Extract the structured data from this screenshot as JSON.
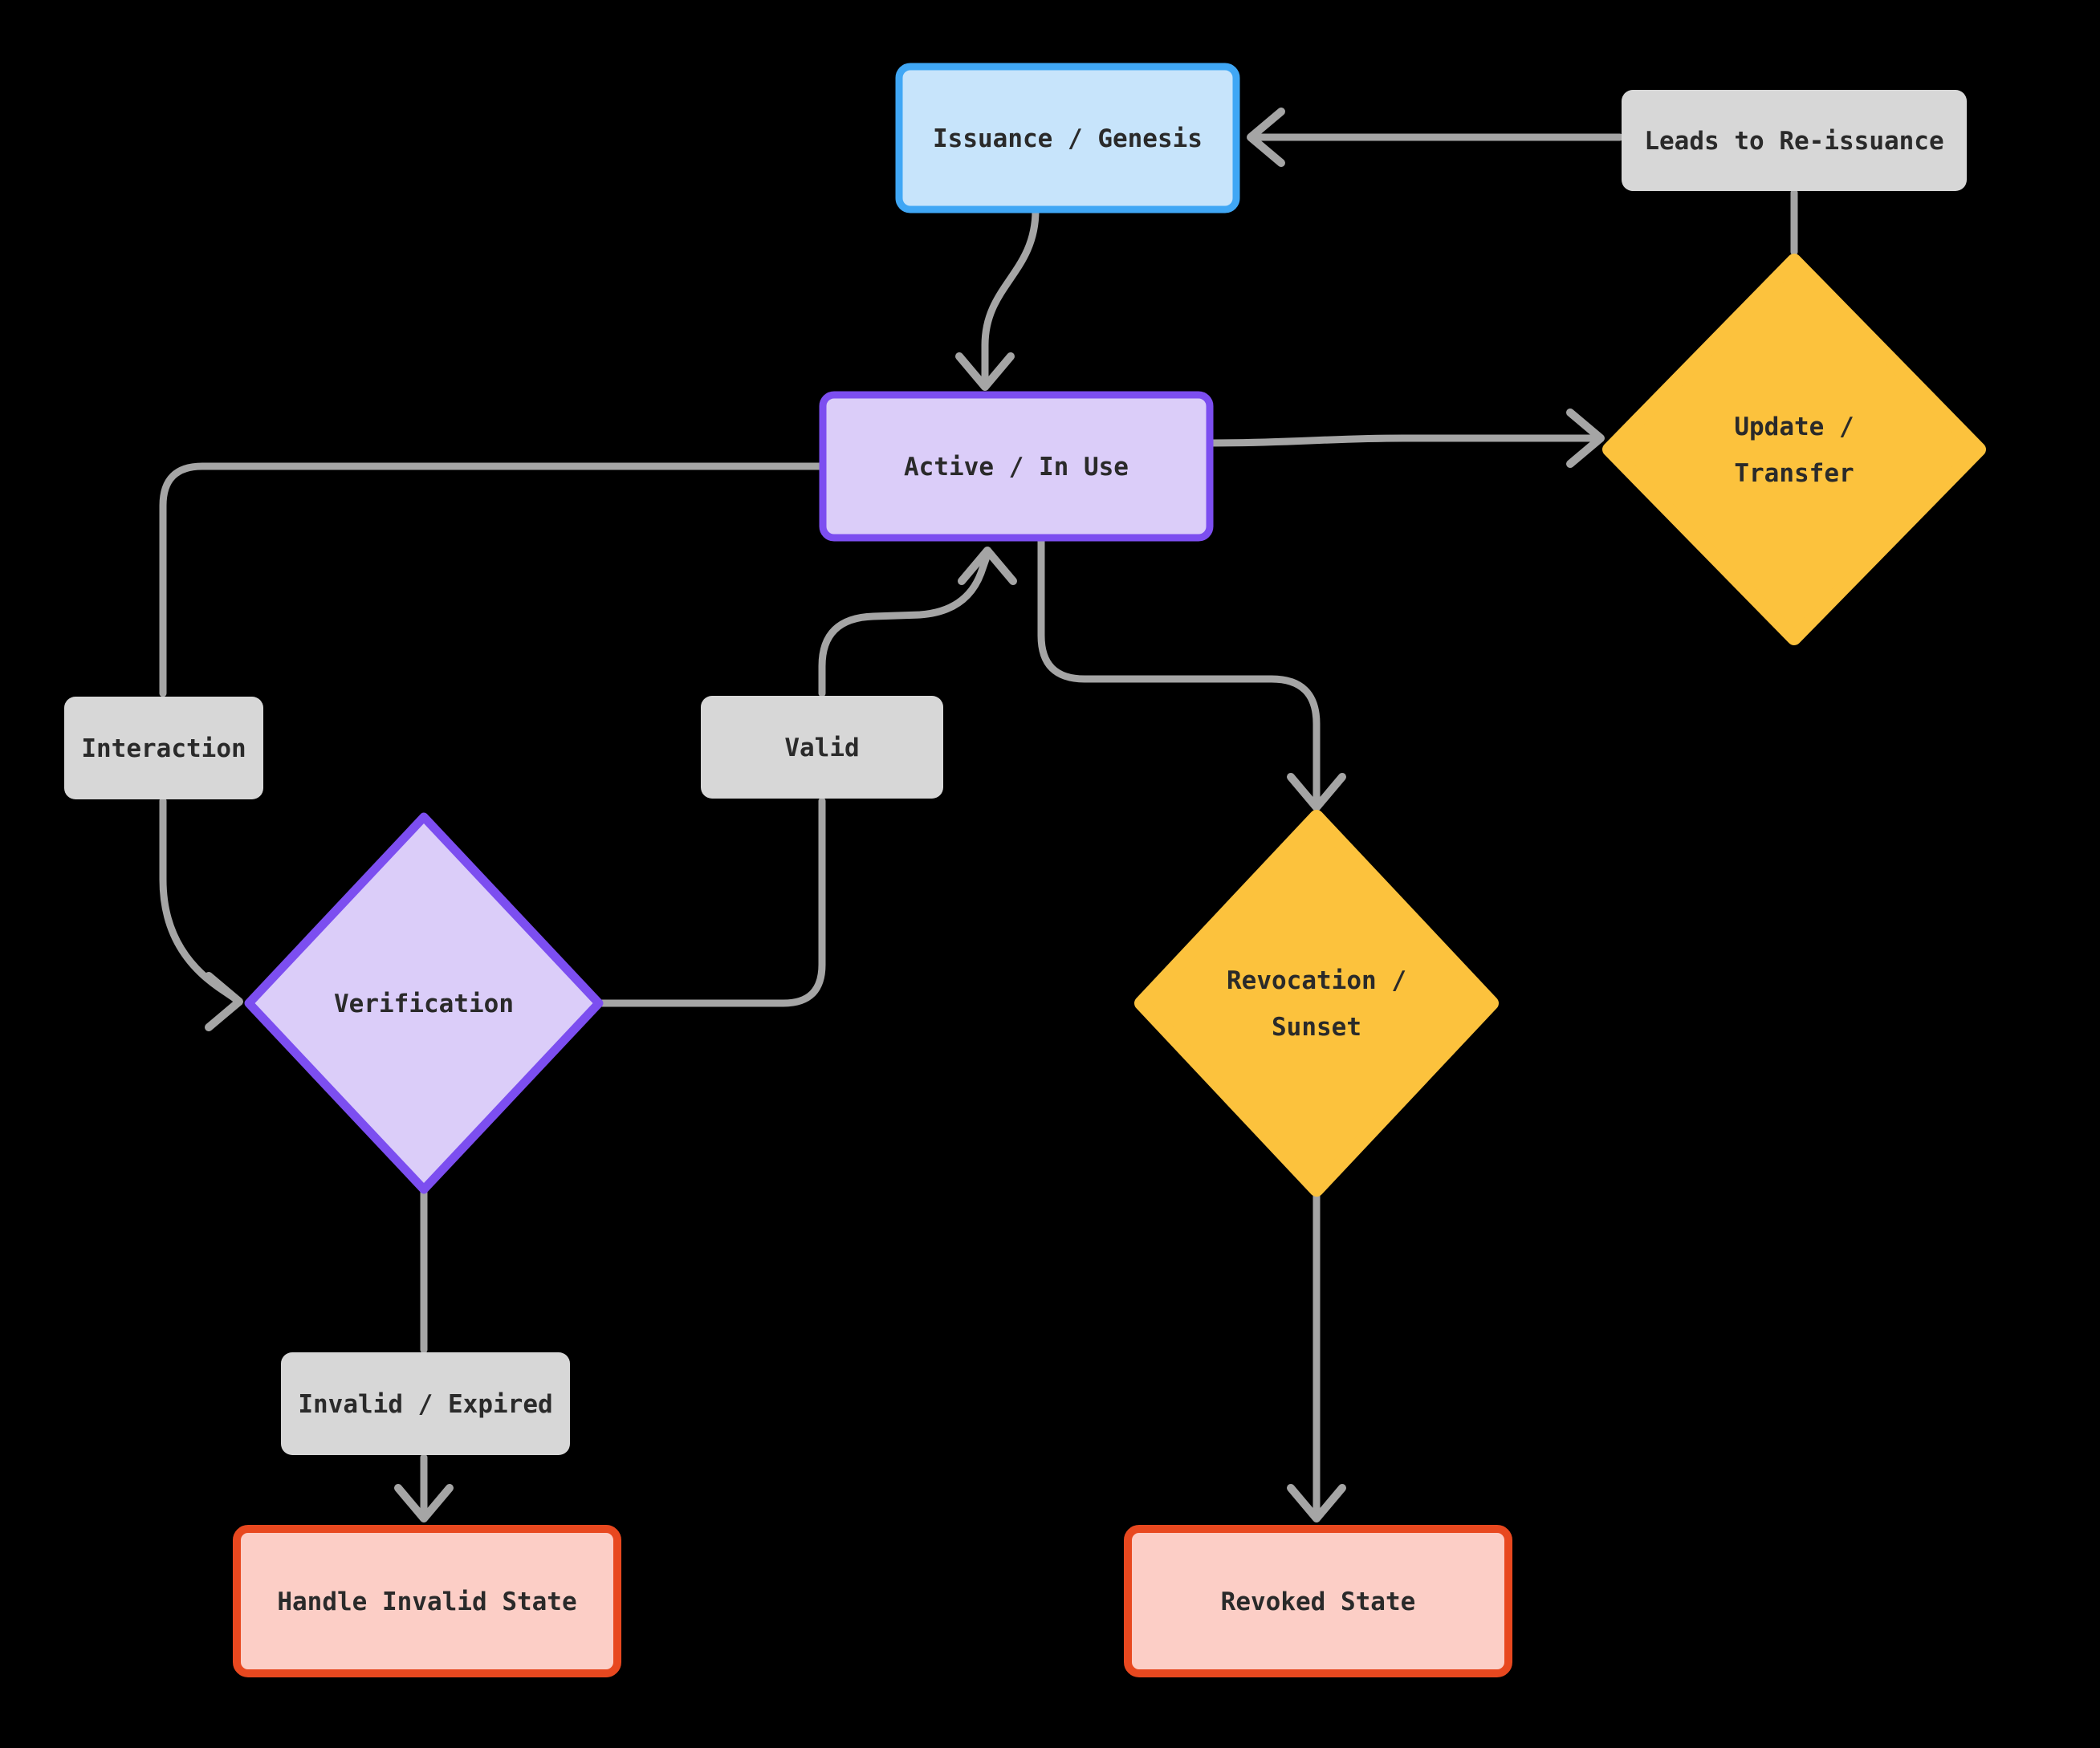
{
  "colors": {
    "background": "#000000",
    "line": "#a5a5a5",
    "text": "#2a2a2a",
    "blue_fill": "#c7e4fb",
    "blue_border": "#40a7f5",
    "purple_fill": "#dbcdf9",
    "purple_border": "#7c4ef0",
    "yellow_fill": "#fcc23d",
    "gray_fill": "#d7d7d7",
    "red_fill": "#fccec6",
    "red_border": "#e8481f"
  },
  "nodes": {
    "issuance": {
      "label": "Issuance / Genesis"
    },
    "leads_to_reissuance": {
      "label": "Leads to Re-issuance"
    },
    "active": {
      "label": "Active / In Use"
    },
    "update_transfer": {
      "label_line1": "Update /",
      "label_line2": "Transfer"
    },
    "interaction": {
      "label": "Interaction"
    },
    "valid": {
      "label": "Valid"
    },
    "verification": {
      "label": "Verification"
    },
    "revocation_sunset": {
      "label_line1": "Revocation /",
      "label_line2": "Sunset"
    },
    "invalid_expired": {
      "label": "Invalid / Expired"
    },
    "handle_invalid": {
      "label": "Handle Invalid State"
    },
    "revoked": {
      "label": "Revoked State"
    }
  },
  "edges": [
    {
      "from": "issuance",
      "to": "active",
      "arrow": true
    },
    {
      "from": "leads_to_reissuance",
      "to": "issuance",
      "arrow": true
    },
    {
      "from": "update_transfer",
      "to": "leads_to_reissuance",
      "arrow": false
    },
    {
      "from": "active",
      "to": "update_transfer",
      "arrow": true
    },
    {
      "from": "active",
      "to": "verification",
      "via": "interaction",
      "arrow": true
    },
    {
      "from": "verification",
      "to": "active",
      "via": "valid",
      "arrow": true
    },
    {
      "from": "active",
      "to": "revocation_sunset",
      "arrow": true
    },
    {
      "from": "verification",
      "to": "handle_invalid",
      "via": "invalid_expired",
      "arrow": true
    },
    {
      "from": "revocation_sunset",
      "to": "revoked",
      "arrow": true
    }
  ]
}
